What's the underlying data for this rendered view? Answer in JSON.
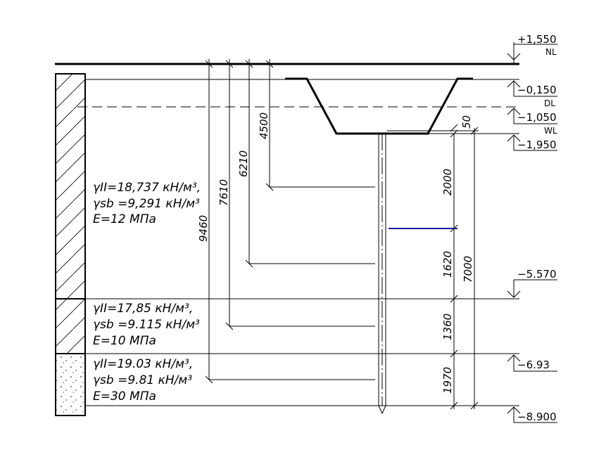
{
  "elevations": {
    "nl": {
      "value": "+1,550",
      "tag": "NL"
    },
    "top": {
      "value": "−0,150"
    },
    "dl": {
      "value": "−1,050",
      "tag": "DL"
    },
    "wl": {
      "value": "−1,950",
      "tag": "WL"
    },
    "l1": {
      "value": "−5.570"
    },
    "l2": {
      "value": "−6.93"
    },
    "bottom": {
      "value": "−8.900"
    }
  },
  "layers": [
    {
      "gamma_II": "γII=18,737  кН/м³,",
      "gamma_sb": "γsb =9,291  кН/м³",
      "modulus": "E=12  МПа"
    },
    {
      "gamma_II": "γII=17,85  кН/м³,",
      "gamma_sb": "γsb =9.115  кН/м³",
      "modulus": "E=10  МПа"
    },
    {
      "gamma_II": "γII=19.03  кН/м³,",
      "gamma_sb": "γsb =9.81  кН/м³",
      "modulus": "E=30  МПа"
    }
  ],
  "dimensions": {
    "left": {
      "d9460": "9460",
      "d7610": "7610",
      "d6210": "6210",
      "d4500": "4500"
    },
    "right": {
      "d50": "50",
      "d2000": "2000",
      "d1620": "1620",
      "d1360": "1360",
      "d1970": "1970",
      "d7000": "7000"
    }
  },
  "colors": {
    "line": "#000000",
    "accent": "#1a1aa0"
  }
}
